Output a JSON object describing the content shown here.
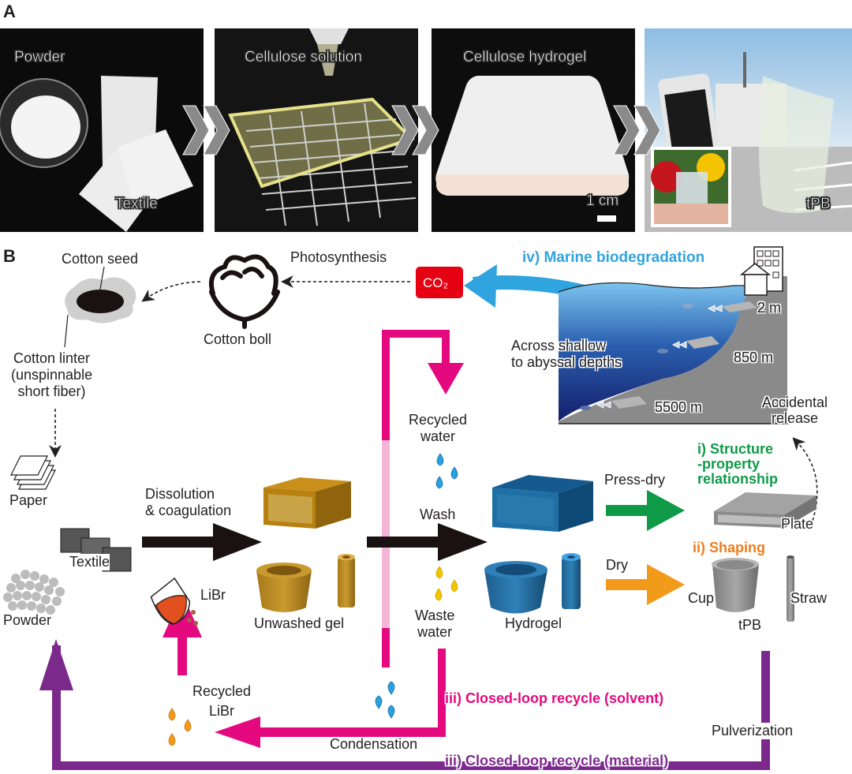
{
  "panel_a": {
    "letter": "A",
    "photos": [
      {
        "labels": [
          "Powder",
          "Textile"
        ]
      },
      {
        "labels": [
          "Cellulose solution"
        ]
      },
      {
        "labels": [
          "Cellulose hydrogel"
        ],
        "scale_bar": "1 cm"
      },
      {
        "labels": [
          "tPB"
        ]
      }
    ]
  },
  "panel_b": {
    "letter": "B",
    "cotton_seed": "Cotton seed",
    "cotton_linter": [
      "Cotton linter",
      "(unspinnable",
      "short fiber)"
    ],
    "photosynthesis": "Photosynthesis",
    "cotton_boll": "Cotton boll",
    "co2": "CO₂",
    "marine_biodegradation": "iv) Marine biodegradation",
    "across_depths": [
      "Across shallow",
      "to abyssal depths"
    ],
    "depths": [
      "2 m",
      "850 m",
      "5500 m"
    ],
    "accidental_release": [
      "Accidental",
      "release"
    ],
    "recycled_water": [
      "Recycled",
      "water"
    ],
    "wash": "Wash",
    "waste_water": [
      "Waste",
      "water"
    ],
    "paper": "Paper",
    "textile": "Textile",
    "powder": "Powder",
    "dissolution": [
      "Dissolution",
      "& coagulation"
    ],
    "librs": "LiBr",
    "unwashed_gel": "Unwashed gel",
    "hydrogel": "Hydrogel",
    "press_dry": "Press-dry",
    "dry": "Dry",
    "structure_property": [
      "i) Structure",
      "-property",
      "relationship"
    ],
    "plate": "Plate",
    "shaping": "ii) Shaping",
    "cup": "Cup",
    "straw": "Straw",
    "tpb": "tPB",
    "recycled_librs": [
      "Recycled",
      "LiBr"
    ],
    "closed_loop_solvent": "iii) Closed-loop recycle (solvent)",
    "condensation": "Condensation",
    "pulverization": "Pulverization",
    "closed_loop_material": "iii) Closed-loop recycle (material)"
  },
  "colors": {
    "magenta": "#e4097f",
    "magenta_light": "#f3b6d7",
    "purple": "#7b2a8c",
    "blue_arrow": "#2fa4de",
    "green": "#0f9a48",
    "orange": "#f29a1a",
    "orange_text": "#ee7d1e",
    "co2_red": "#e50012",
    "gel_brown": "#b8860b",
    "hydrogel_blue": "#1f6fa8",
    "tpb_gray": "#9a9a9a"
  }
}
